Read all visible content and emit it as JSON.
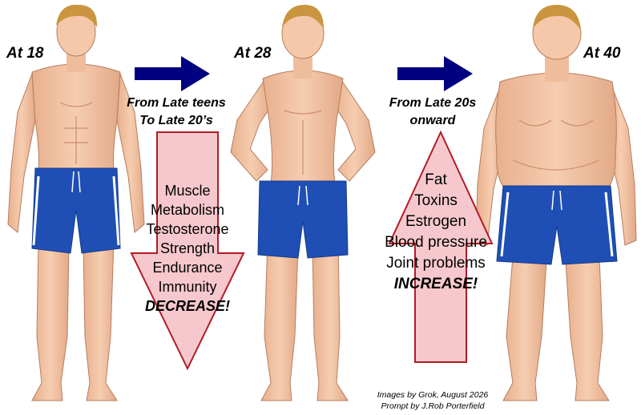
{
  "ages": {
    "first": "At 18",
    "second": "At 28",
    "third": "At 40"
  },
  "phases": {
    "early": {
      "line1": "From Late teens",
      "line2": "To Late 20’s"
    },
    "later": {
      "line1": "From Late 20s",
      "line2": "onward"
    }
  },
  "decrease": {
    "items": [
      "Muscle",
      "Metabolism",
      "Testosterone",
      "Strength",
      "Endurance",
      "Immunity"
    ],
    "label": "DECREASE!"
  },
  "increase": {
    "items": [
      "Fat",
      "Toxins",
      "Estrogen",
      "Blood pressure",
      "Joint problems"
    ],
    "label": "INCREASE!"
  },
  "credits": {
    "line1": "Images by Grok, August 2026",
    "line2": "Prompt by J.Rob Porterfield"
  },
  "colors": {
    "skin": "#f2c3a2",
    "skin_shade": "#d99f7d",
    "shorts": "#1f4fb5",
    "shorts_trim": "#ffffff",
    "hair": "#c9953f",
    "arrow_blue": "#000080",
    "arrow_fill": "#f6c8ce",
    "arrow_stroke": "#b01c25"
  }
}
